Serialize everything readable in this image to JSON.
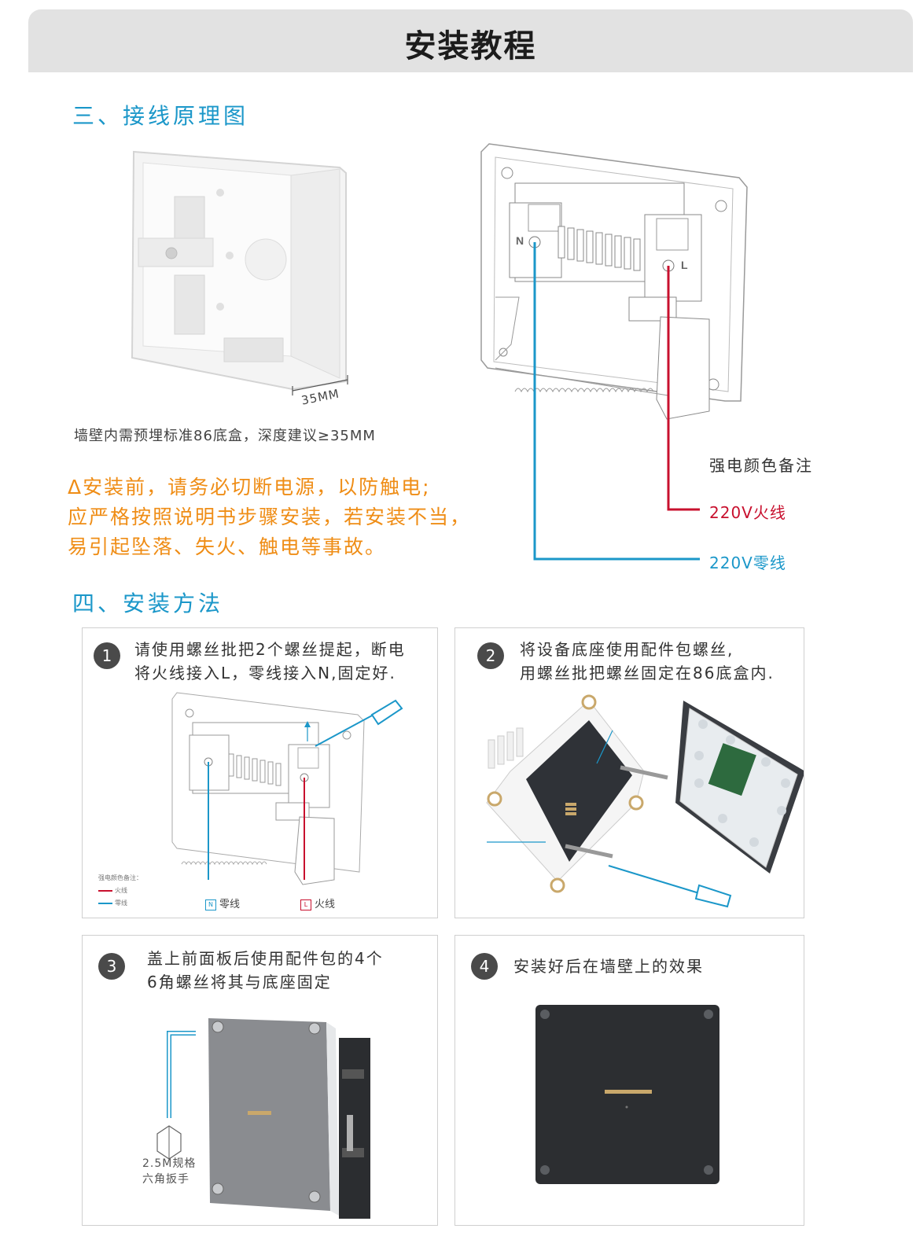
{
  "header": {
    "title": "安装教程"
  },
  "section3": {
    "title": "三、接线原理图",
    "box_dimension": "35MM",
    "depth_note": "墙壁内需预埋标准86底盒，深度建议≥35MM",
    "warnings": [
      "Δ安装前，请务必切断电源，以防触电;",
      "应严格按照说明书步骤安装，若安装不当，",
      "易引起坠落、失火、触电等事故。"
    ],
    "terminal_n": "N",
    "terminal_l": "L",
    "legend": {
      "title": "强电颜色备注",
      "fire": "220V火线",
      "zero": "220V零线",
      "fire_color": "#c8102e",
      "zero_color": "#1b97c9"
    }
  },
  "section4": {
    "title": "四、安装方法",
    "steps": [
      {
        "num": "1",
        "lines": [
          "请使用螺丝批把2个螺丝提起，断电",
          "将火线接入L，零线接入N,固定好."
        ],
        "mini_legend_title": "强电颜色备注：",
        "mini_fire": "火线",
        "mini_zero": "零线",
        "tag_n": "N",
        "tag_n_label": "零线",
        "tag_l": "L",
        "tag_l_label": "火线"
      },
      {
        "num": "2",
        "lines": [
          "将设备底座使用配件包螺丝,",
          "用螺丝批把螺丝固定在86底盒内."
        ]
      },
      {
        "num": "3",
        "lines": [
          "盖上前面板后使用配件包的4个",
          "6角螺丝将其与底座固定"
        ],
        "wrench_lines": [
          "2.5M规格",
          "六角扳手"
        ]
      },
      {
        "num": "4",
        "lines": [
          "安装好后在墙壁上的效果"
        ]
      }
    ]
  }
}
